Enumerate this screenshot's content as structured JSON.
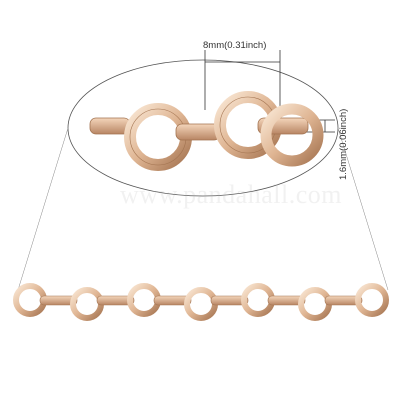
{
  "product": {
    "dimensions": {
      "width_label": "8mm(0.31inch)",
      "thickness_label": "1.6mm(0.06inch)"
    },
    "watermark": "www.pandahall.com",
    "colors": {
      "gold_light": "#f6ddc4",
      "gold_mid": "#dcb18e",
      "gold_dark": "#a97a56",
      "line": "#333333"
    }
  }
}
